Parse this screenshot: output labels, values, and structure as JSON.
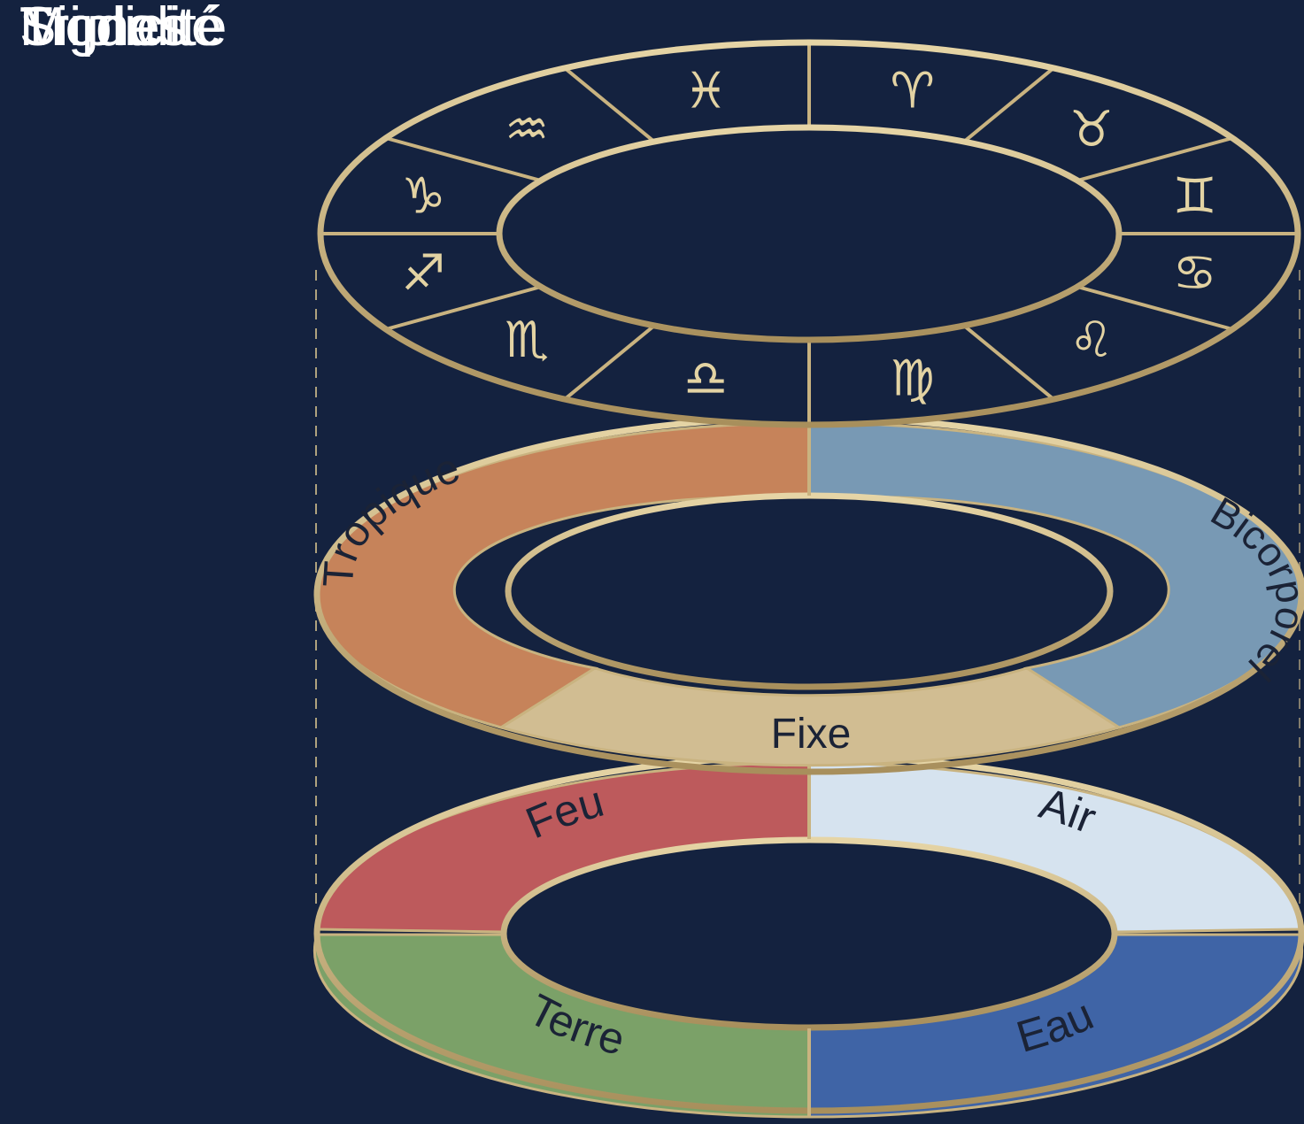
{
  "colors": {
    "background": "#14223f",
    "gold": "#c9b380",
    "tropique": "#c6835a",
    "fixe": "#d1bd92",
    "bicorporel": "#7899b4",
    "feu": "#bd5a5c",
    "air": "#d6e3ef",
    "terre": "#7ba168",
    "eau": "#3f64a6"
  },
  "labels": {
    "signes": "Signes",
    "modalite": "Modalité",
    "triplicite": "Triplicité"
  },
  "signes": [
    {
      "name": "pisces-icon",
      "glyph": "♓"
    },
    {
      "name": "aries-icon",
      "glyph": "♈"
    },
    {
      "name": "taurus-icon",
      "glyph": "♉"
    },
    {
      "name": "gemini-icon",
      "glyph": "♊"
    },
    {
      "name": "cancer-icon",
      "glyph": "♋"
    },
    {
      "name": "leo-icon",
      "glyph": "♌"
    },
    {
      "name": "virgo-icon",
      "glyph": "♍"
    },
    {
      "name": "libra-icon",
      "glyph": "♎"
    },
    {
      "name": "scorpio-icon",
      "glyph": "♏"
    },
    {
      "name": "sagittarius-icon",
      "glyph": "♐"
    },
    {
      "name": "capricorn-icon",
      "glyph": "♑"
    },
    {
      "name": "aquarius-icon",
      "glyph": "♒"
    }
  ],
  "modalite": {
    "tropique": "Tropique",
    "fixe": "Fixe",
    "bicorporel": "Bicorporel"
  },
  "triplicite": {
    "feu": "Feu",
    "air": "Air",
    "terre": "Terre",
    "eau": "Eau"
  }
}
